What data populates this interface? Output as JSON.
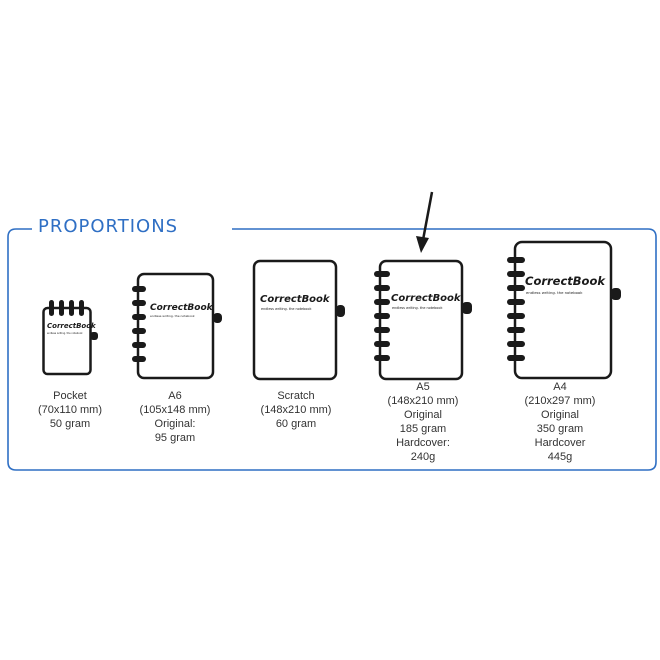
{
  "title": "PROPORTIONS",
  "brand": {
    "logo": "CorrectBook",
    "tagline": "endless writing. the notebook"
  },
  "colors": {
    "frame": "#2f6fc4",
    "title": "#2f6fc4",
    "ink": "#1a1a1a"
  },
  "products": [
    {
      "name": "Pocket",
      "lines": [
        "Pocket",
        "(70x110 mm)",
        "50 gram"
      ]
    },
    {
      "name": "A6",
      "lines": [
        "A6",
        "(105x148 mm)",
        "Original:",
        "95 gram"
      ]
    },
    {
      "name": "Scratch",
      "lines": [
        "Scratch",
        "(148x210 mm)",
        "60 gram"
      ]
    },
    {
      "name": "A5",
      "lines": [
        "A5",
        "(148x210 mm)",
        "Original",
        "185 gram",
        "Hardcover:",
        "240g"
      ]
    },
    {
      "name": "A4",
      "lines": [
        "A4",
        "(210x297 mm)",
        "Original",
        "350 gram",
        "Hardcover",
        "445g"
      ]
    }
  ],
  "highlight": {
    "arrow_points_to": "A5",
    "arrow_icon": "arrow-down-icon"
  }
}
